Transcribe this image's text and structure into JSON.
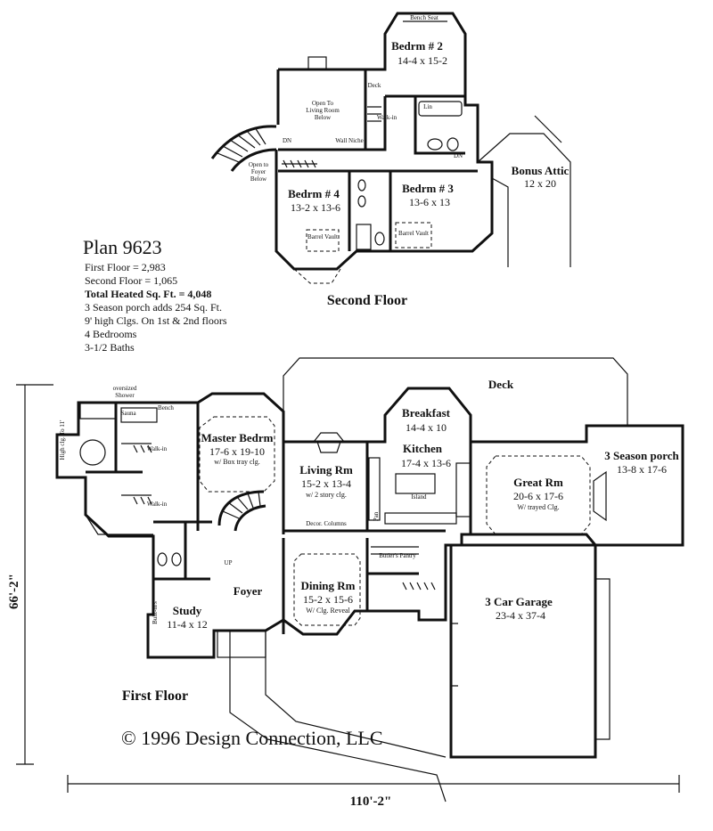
{
  "plan": {
    "title": "Plan 9623",
    "specs": [
      {
        "text": "First Floor = 2,983",
        "bold": false
      },
      {
        "text": "Second Floor = 1,065",
        "bold": false
      },
      {
        "text": "Total Heated Sq. Ft. = 4,048",
        "bold": true
      },
      {
        "text": "3 Season porch adds 254 Sq. Ft.",
        "bold": false
      },
      {
        "text": "9' high Clgs. On 1st & 2nd floors",
        "bold": false
      },
      {
        "text": "4 Bedrooms",
        "bold": false
      },
      {
        "text": "3-1/2 Baths",
        "bold": false
      }
    ]
  },
  "labels": {
    "second_floor": "Second Floor",
    "first_floor": "First Floor",
    "copyright": "©  1996 Design Connection, LLC",
    "width_dim": "110'-2\"",
    "height_dim": "66'-2\""
  },
  "second_floor_rooms": {
    "bedrm2": {
      "name": "Bedrm # 2",
      "size": "14-4 x 15-2"
    },
    "bedrm3": {
      "name": "Bedrm # 3",
      "size": "13-6 x 13"
    },
    "bedrm4": {
      "name": "Bedrm # 4",
      "size": "13-2 x 13-6"
    },
    "attic": {
      "name": "Bonus Attic",
      "size": "12 x 20"
    }
  },
  "second_floor_notes": {
    "bench_seat": "Bench Seat",
    "open_living_1": "Open To",
    "open_living_2": "Living Room",
    "open_living_3": "Below",
    "open_foyer_1": "Open to",
    "open_foyer_2": "Foyer",
    "open_foyer_3": "Below",
    "wall_niche": "Wall Niche",
    "walk_in": "Walk-in",
    "deck": "Deck",
    "lin": "Lin",
    "dn_1": "DN",
    "dn_2": "DN",
    "barrel_vault_1": "Barrel Vault",
    "barrel_vault_2": "Barrel Vault"
  },
  "first_floor_rooms": {
    "deck": {
      "name": "Deck"
    },
    "breakfast": {
      "name": "Breakfast",
      "size": "14-4 x 10"
    },
    "kitchen": {
      "name": "Kitchen",
      "size": "17-4 x 13-6"
    },
    "master": {
      "name": "Master Bedrm",
      "size": "17-6 x 19-10",
      "note": "w/ Box tray clg."
    },
    "living": {
      "name": "Living Rm",
      "size": "15-2 x 13-4",
      "note": "w/ 2 story clg."
    },
    "great": {
      "name": "Great Rm",
      "size": "20-6 x 17-6",
      "note": "W/ trayed Clg."
    },
    "porch": {
      "name": "3 Season porch",
      "size": "13-8 x 17-6"
    },
    "dining": {
      "name": "Dining Rm",
      "size": "15-2 x 15-6",
      "note": "W/ Clg. Reveal"
    },
    "foyer": {
      "name": "Foyer"
    },
    "study": {
      "name": "Study",
      "size": "11-4 x 12"
    },
    "garage": {
      "name": "3 Car Garage",
      "size": "23-4 x 37-4"
    }
  },
  "first_floor_notes": {
    "oversized": "oversized",
    "shower": "Shower",
    "sauna": "Sauna",
    "bench": "Bench",
    "high_clg": "High clg. To 11'",
    "walk_in_1": "Walk-in",
    "walk_in_2": "Walk-in",
    "decor_columns": "Decor. Columns",
    "island": "Island",
    "butlers_pantry": "Butler's Pantry",
    "built_ins": "Built-in's",
    "pan": "Pan",
    "up": "UP"
  }
}
